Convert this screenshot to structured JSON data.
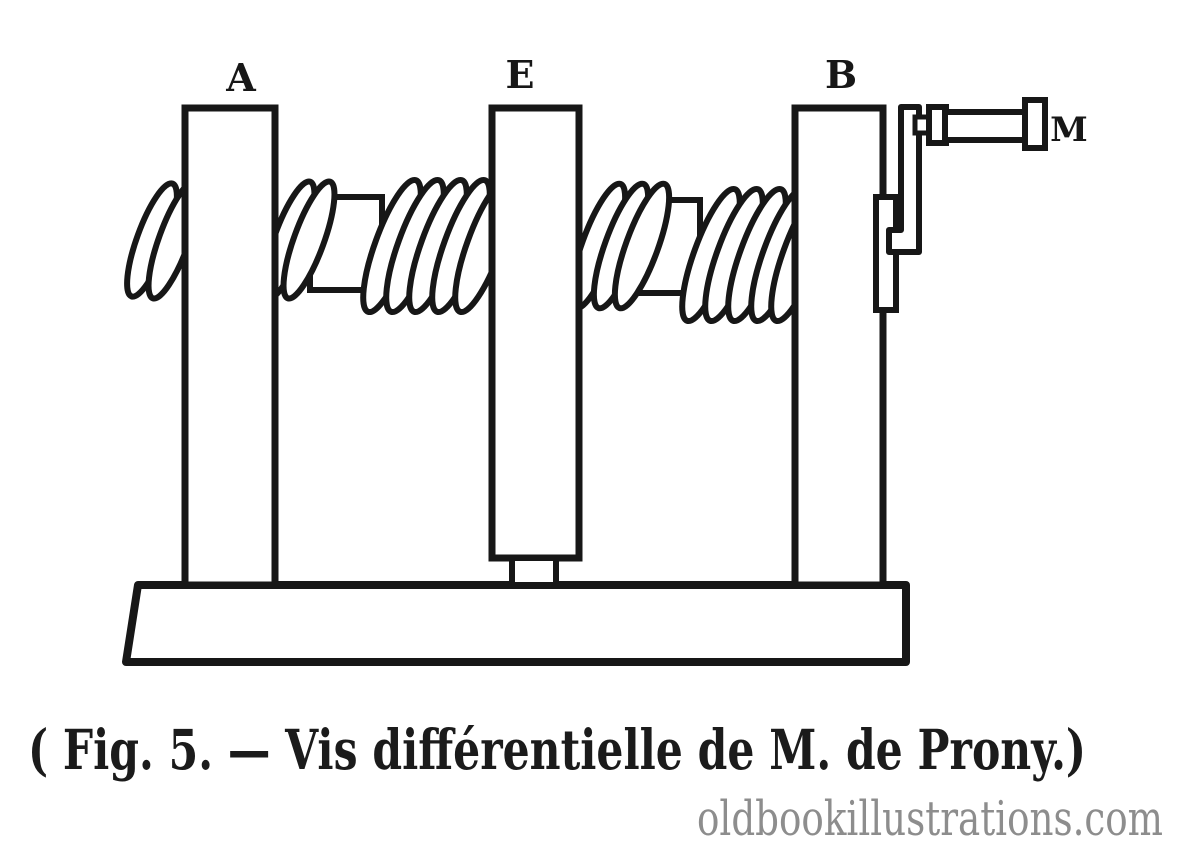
{
  "figure": {
    "kind": "old-book-engraving",
    "subject": "differential screw mechanism",
    "labels": {
      "left_post": "A",
      "middle_post": "E",
      "right_post": "B",
      "crank_handle": "M"
    }
  },
  "caption": {
    "text": "( Fig. 5. — Vis différentielle de M. de Prony.)"
  },
  "watermark": {
    "text": "oldbookillustrations.com"
  },
  "colors": {
    "ink": "#171717",
    "watermark_gray": "#8d8d8d",
    "background": "#ffffff"
  }
}
